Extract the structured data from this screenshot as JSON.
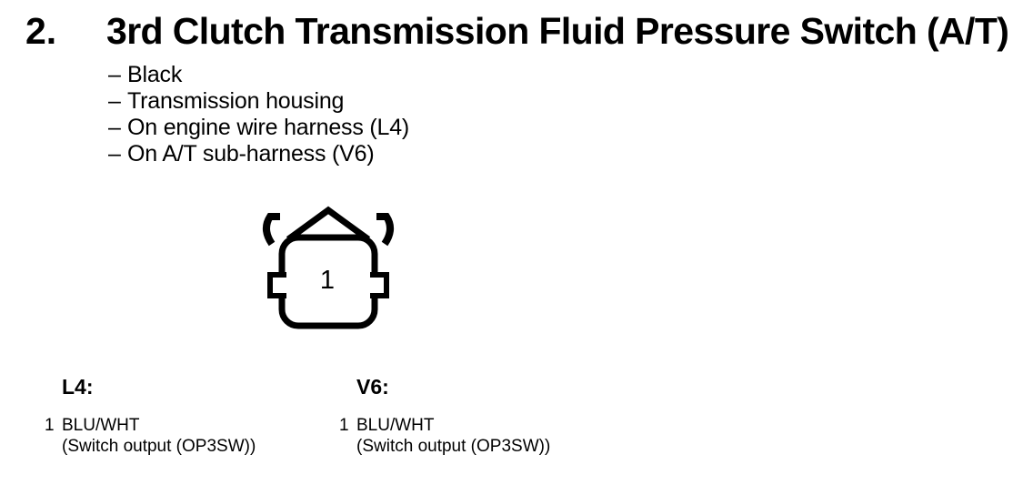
{
  "page": {
    "background": "#ffffff",
    "ink": "#000000",
    "section_number": "2.",
    "title": "3rd Clutch Transmission Fluid Pressure Switch (A/T)",
    "bullet_dash": "–",
    "bullets": [
      "Black",
      "Transmission housing",
      "On engine wire harness (L4)",
      "On A/T sub-harness (V6)"
    ],
    "connector": {
      "cavity_label": "1"
    },
    "pinouts": [
      {
        "header": "L4:",
        "rows": [
          {
            "pin": "1",
            "wire_color": "BLU/WHT",
            "function": "(Switch output (OP3SW))"
          }
        ]
      },
      {
        "header": "V6:",
        "rows": [
          {
            "pin": "1",
            "wire_color": "BLU/WHT",
            "function": "(Switch output (OP3SW))"
          }
        ]
      }
    ]
  }
}
